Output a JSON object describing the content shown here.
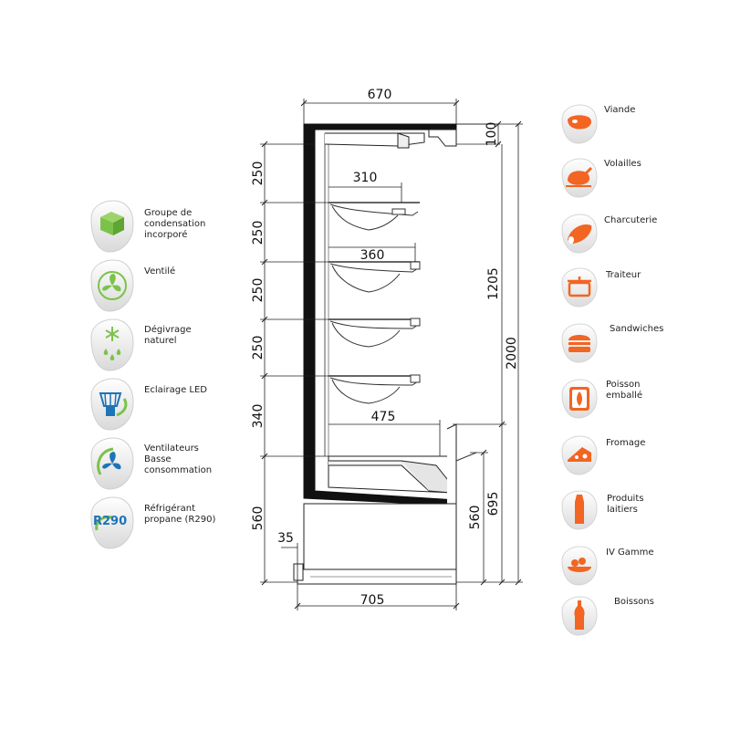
{
  "dimensions": {
    "top_width": "670",
    "top_right": "100",
    "shelf1_gap": "250",
    "shelf1_depth": "310",
    "shelf2_gap": "250",
    "shelf2_depth": "360",
    "shelf3_gap": "250",
    "shelf4_gap": "250",
    "base_gap": "340",
    "base_depth": "475",
    "lower_left": "560",
    "lower_right": "560",
    "right_upper": "1205",
    "right_lower": "695",
    "total_height": "2000",
    "toe": "35",
    "bottom_width": "705"
  },
  "features": [
    {
      "label": "Groupe de condensation incorporé",
      "icon": "condensing-unit-icon"
    },
    {
      "label": "Ventilé",
      "icon": "fan-icon"
    },
    {
      "label": "Dégivrage naturel",
      "icon": "defrost-icon"
    },
    {
      "label": "Eclairage LED",
      "icon": "led-light-icon"
    },
    {
      "label": "Ventilateurs Basse consommation",
      "icon": "low-energy-fan-icon"
    },
    {
      "label": "Réfrigérant propane (R290)",
      "icon": "r290-icon",
      "badge": "R290"
    }
  ],
  "products": [
    {
      "label": "Viande",
      "icon": "meat-icon"
    },
    {
      "label": "Volailles",
      "icon": "poultry-icon"
    },
    {
      "label": "Charcuterie",
      "icon": "sausage-icon"
    },
    {
      "label": "Traiteur",
      "icon": "pot-icon"
    },
    {
      "label": "Sandwiches",
      "icon": "sandwich-icon"
    },
    {
      "label": "Poisson emballé",
      "icon": "packaged-fish-icon"
    },
    {
      "label": "Fromage",
      "icon": "cheese-icon"
    },
    {
      "label": "Produits laitiers",
      "icon": "dairy-icon"
    },
    {
      "label": "IV Gamme",
      "icon": "salad-icon"
    },
    {
      "label": "Boissons",
      "icon": "drink-icon"
    }
  ],
  "colors": {
    "green": "#7cc24a",
    "blue": "#1d74b8",
    "orange": "#f26522"
  }
}
